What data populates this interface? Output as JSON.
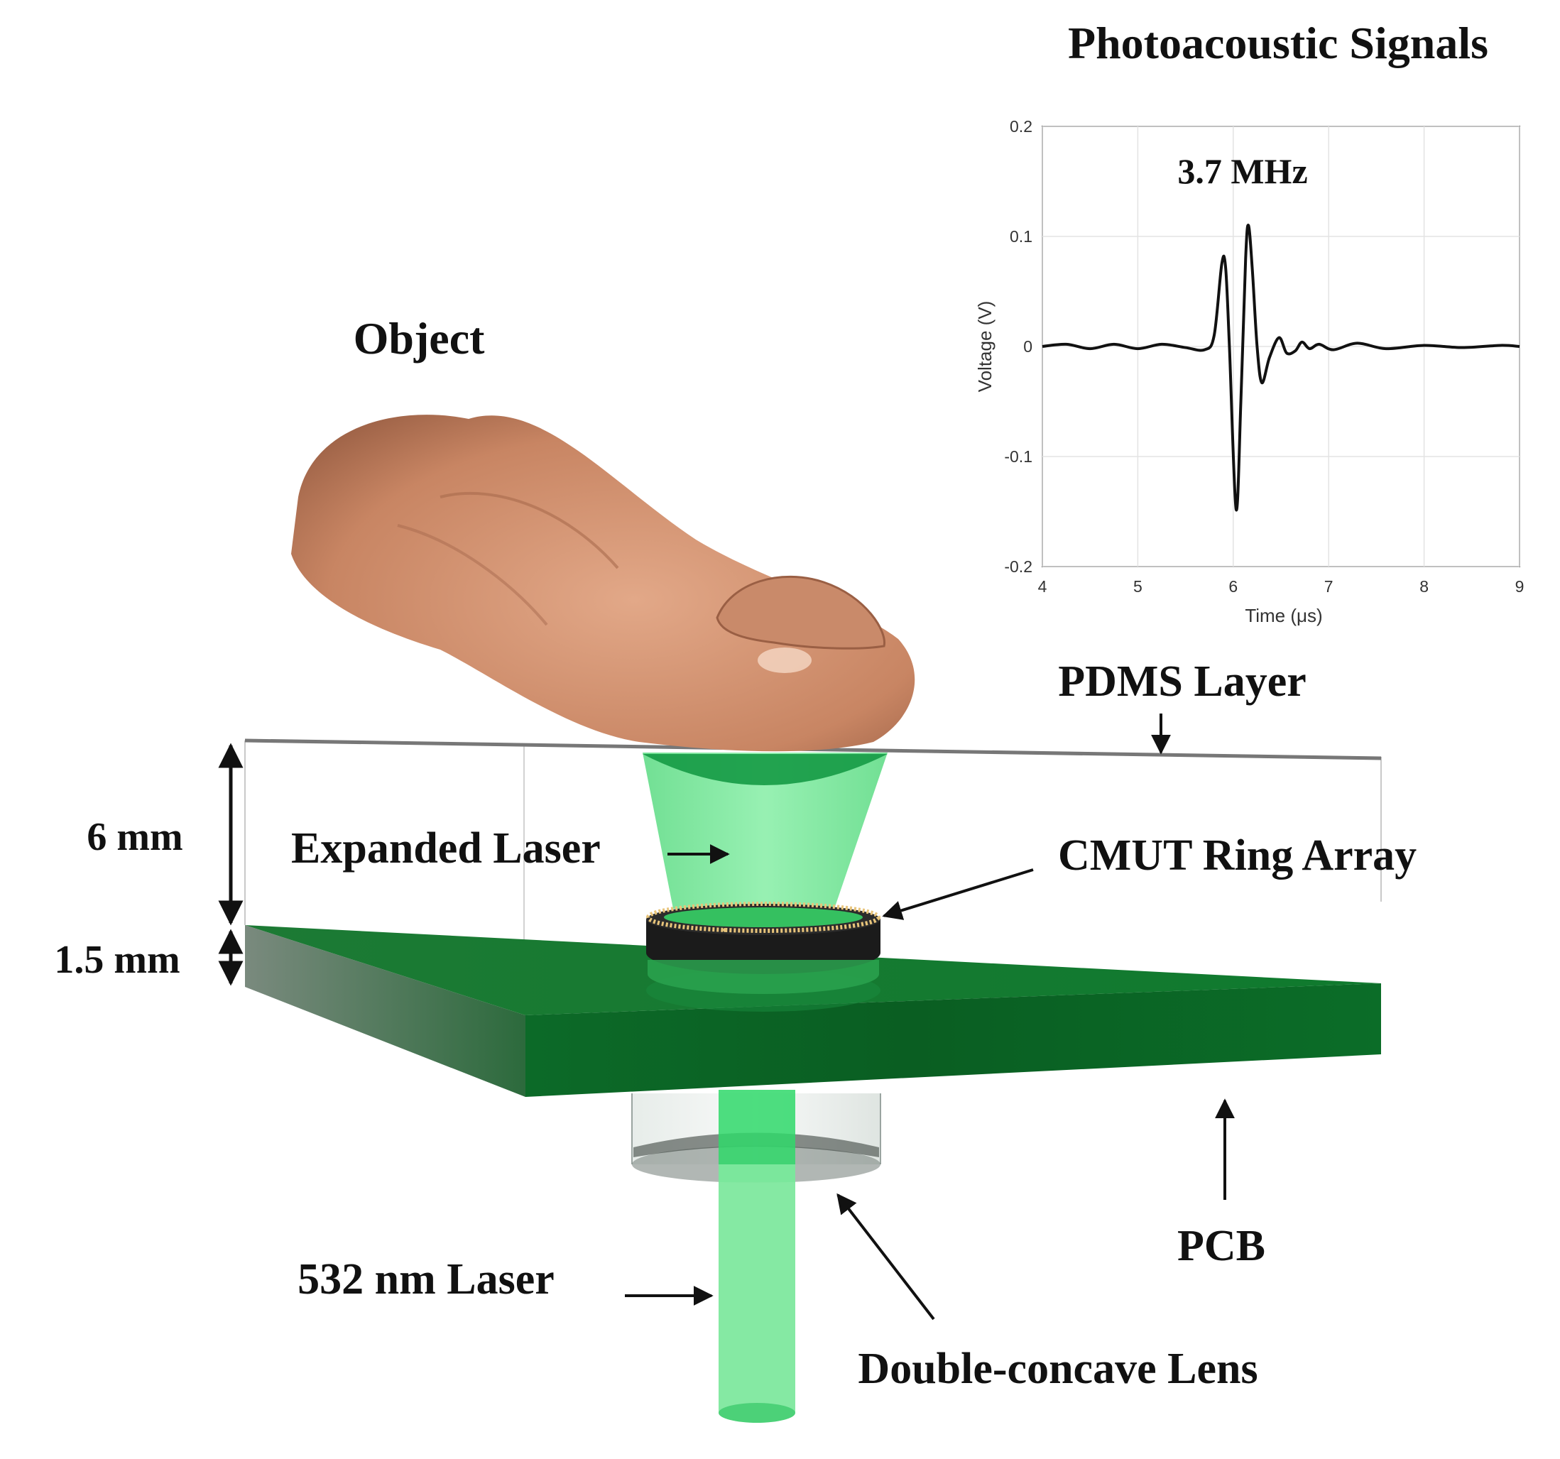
{
  "labels": {
    "object": "Object",
    "pdms_layer": "PDMS Layer",
    "expanded_laser": "Expanded Laser",
    "cmut_ring_array": "CMUT Ring Array",
    "thickness_pdms": "6 mm",
    "thickness_pcb": "1.5 mm",
    "pcb": "PCB",
    "laser_532": "532 nm Laser",
    "lens": "Double-concave Lens"
  },
  "colors": {
    "pcb_green": "#157a32",
    "laser_green": "#7ee89e",
    "skin": "#d99a78",
    "signal": "#111111"
  },
  "chart_data": {
    "type": "line",
    "title": "Photoacoustic Signals",
    "annotation": "3.7 MHz",
    "xlabel": "Time (μs)",
    "ylabel": "Voltage (V)",
    "xlim": [
      4,
      9
    ],
    "ylim": [
      -0.2,
      0.2
    ],
    "xticks": [
      4,
      5,
      6,
      7,
      8,
      9
    ],
    "yticks": [
      0.2,
      0.1,
      0,
      -0.1,
      -0.2
    ],
    "ytick_labels": [
      "0.2",
      "0.1",
      "0",
      "-0.1",
      "-0.2"
    ],
    "grid": true,
    "series": [
      {
        "x": [
          4.0,
          4.25,
          4.5,
          4.75,
          5.0,
          5.25,
          5.5,
          5.7,
          5.8,
          5.88,
          5.92,
          5.96,
          6.03,
          6.08,
          6.13,
          6.16,
          6.2,
          6.25,
          6.3,
          6.38,
          6.48,
          6.56,
          6.65,
          6.72,
          6.8,
          6.9,
          7.05,
          7.3,
          7.6,
          8.0,
          8.4,
          8.8,
          9.0
        ],
        "y": [
          0.0,
          0.002,
          -0.002,
          0.002,
          -0.002,
          0.002,
          -0.001,
          -0.003,
          0.01,
          0.075,
          0.072,
          0.0,
          -0.148,
          -0.05,
          0.08,
          0.11,
          0.07,
          0.0,
          -0.033,
          -0.01,
          0.008,
          -0.006,
          -0.004,
          0.004,
          -0.002,
          0.002,
          -0.003,
          0.003,
          -0.002,
          0.001,
          -0.001,
          0.001,
          0.0
        ]
      }
    ]
  }
}
